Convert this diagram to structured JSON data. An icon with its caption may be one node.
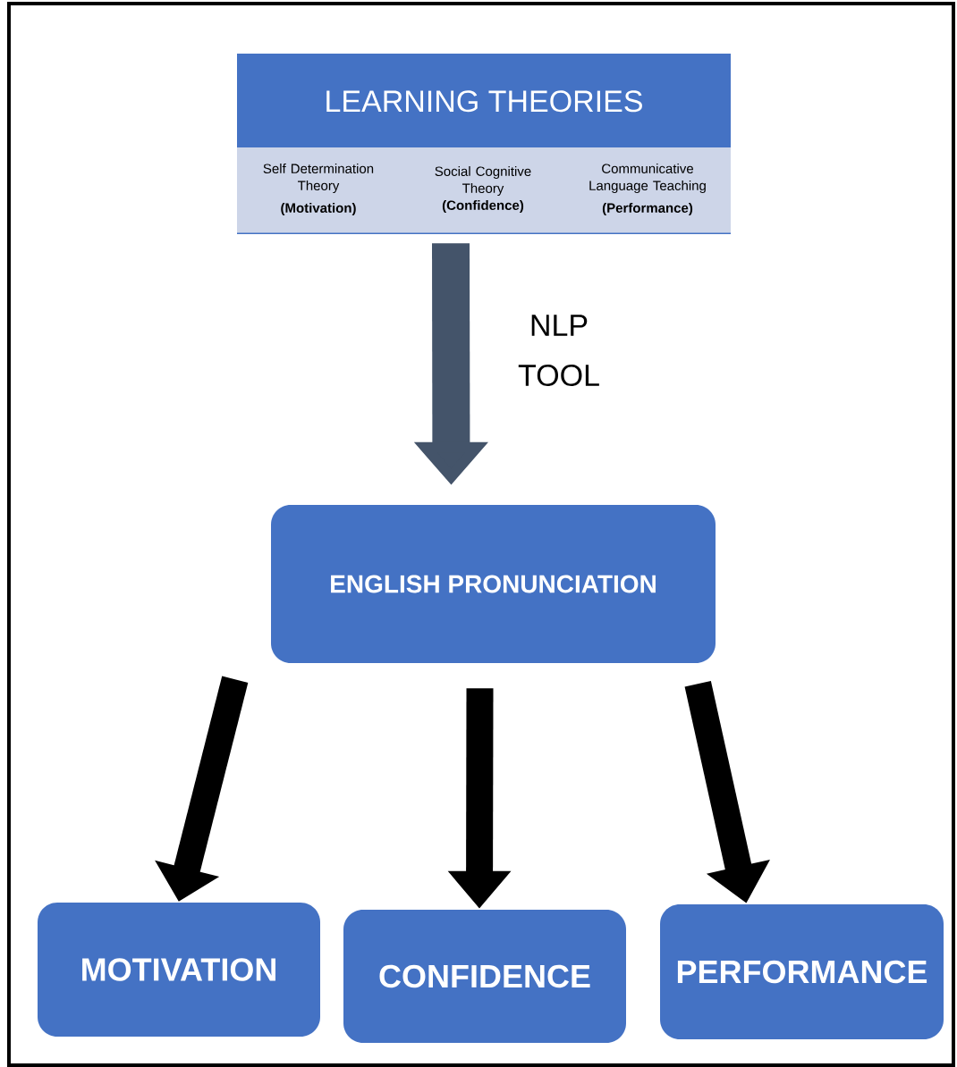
{
  "diagram": {
    "nodes": [
      {
        "text": [
          "LEARNING THEORIES"
        ]
      },
      {
        "text": [
          "Self Determination Theory",
          "(Motivation)"
        ],
        "in": 0
      },
      {
        "text": [
          "Social Cognitive Theory",
          "(Confidence)"
        ],
        "in": 0
      },
      {
        "text": [
          "Communicative Language Teaching",
          "(Performance)"
        ],
        "in": 0
      },
      {
        "text": [
          "ENGLISH PRONUNCIATION"
        ]
      },
      {
        "text": [
          "MOTIVATION"
        ]
      },
      {
        "text": [
          "CONFIDENCE"
        ]
      },
      {
        "text": [
          "PERFORMANCE"
        ]
      }
    ],
    "edges": [
      {
        "from": 0,
        "to": 4,
        "arrow": "to",
        "label": "NLP TOOL",
        "color": "#44546a"
      },
      {
        "from": 4,
        "to": 5,
        "arrow": "to"
      },
      {
        "from": 4,
        "to": 6,
        "arrow": "to"
      },
      {
        "from": 4,
        "to": 7,
        "arrow": "to"
      }
    ]
  }
}
